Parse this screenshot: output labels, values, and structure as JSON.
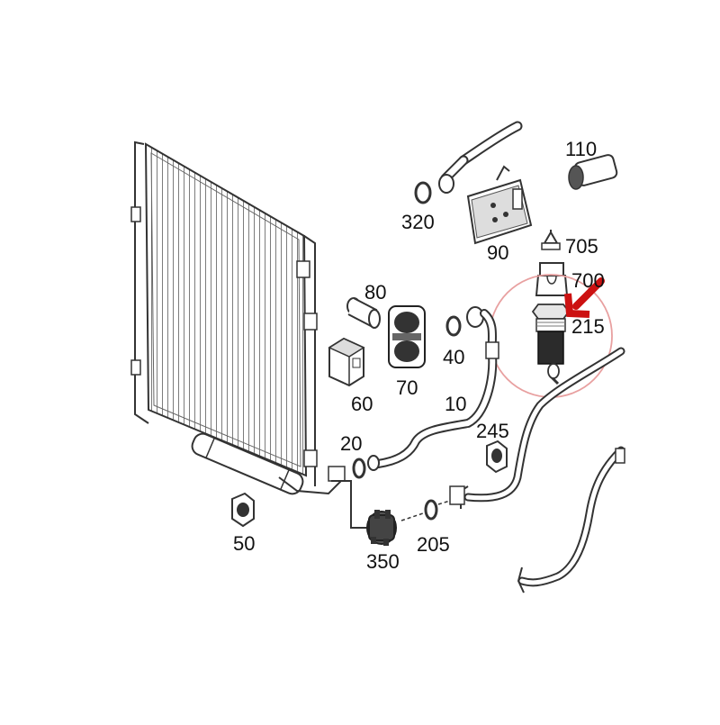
{
  "diagram": {
    "labels": {
      "p110": "110",
      "p320": "320",
      "p90": "90",
      "p705": "705",
      "p700": "700",
      "p80": "80",
      "p215": "215",
      "p40": "40",
      "p70": "70",
      "p60": "60",
      "p10": "10",
      "p245": "245",
      "p20": "20",
      "p50": "50",
      "p205": "205",
      "p350": "350"
    },
    "colors": {
      "line": "#333333",
      "highlight_circle": "#e8a0a0",
      "arrow": "#cc1111"
    },
    "highlighted_part": "215"
  }
}
